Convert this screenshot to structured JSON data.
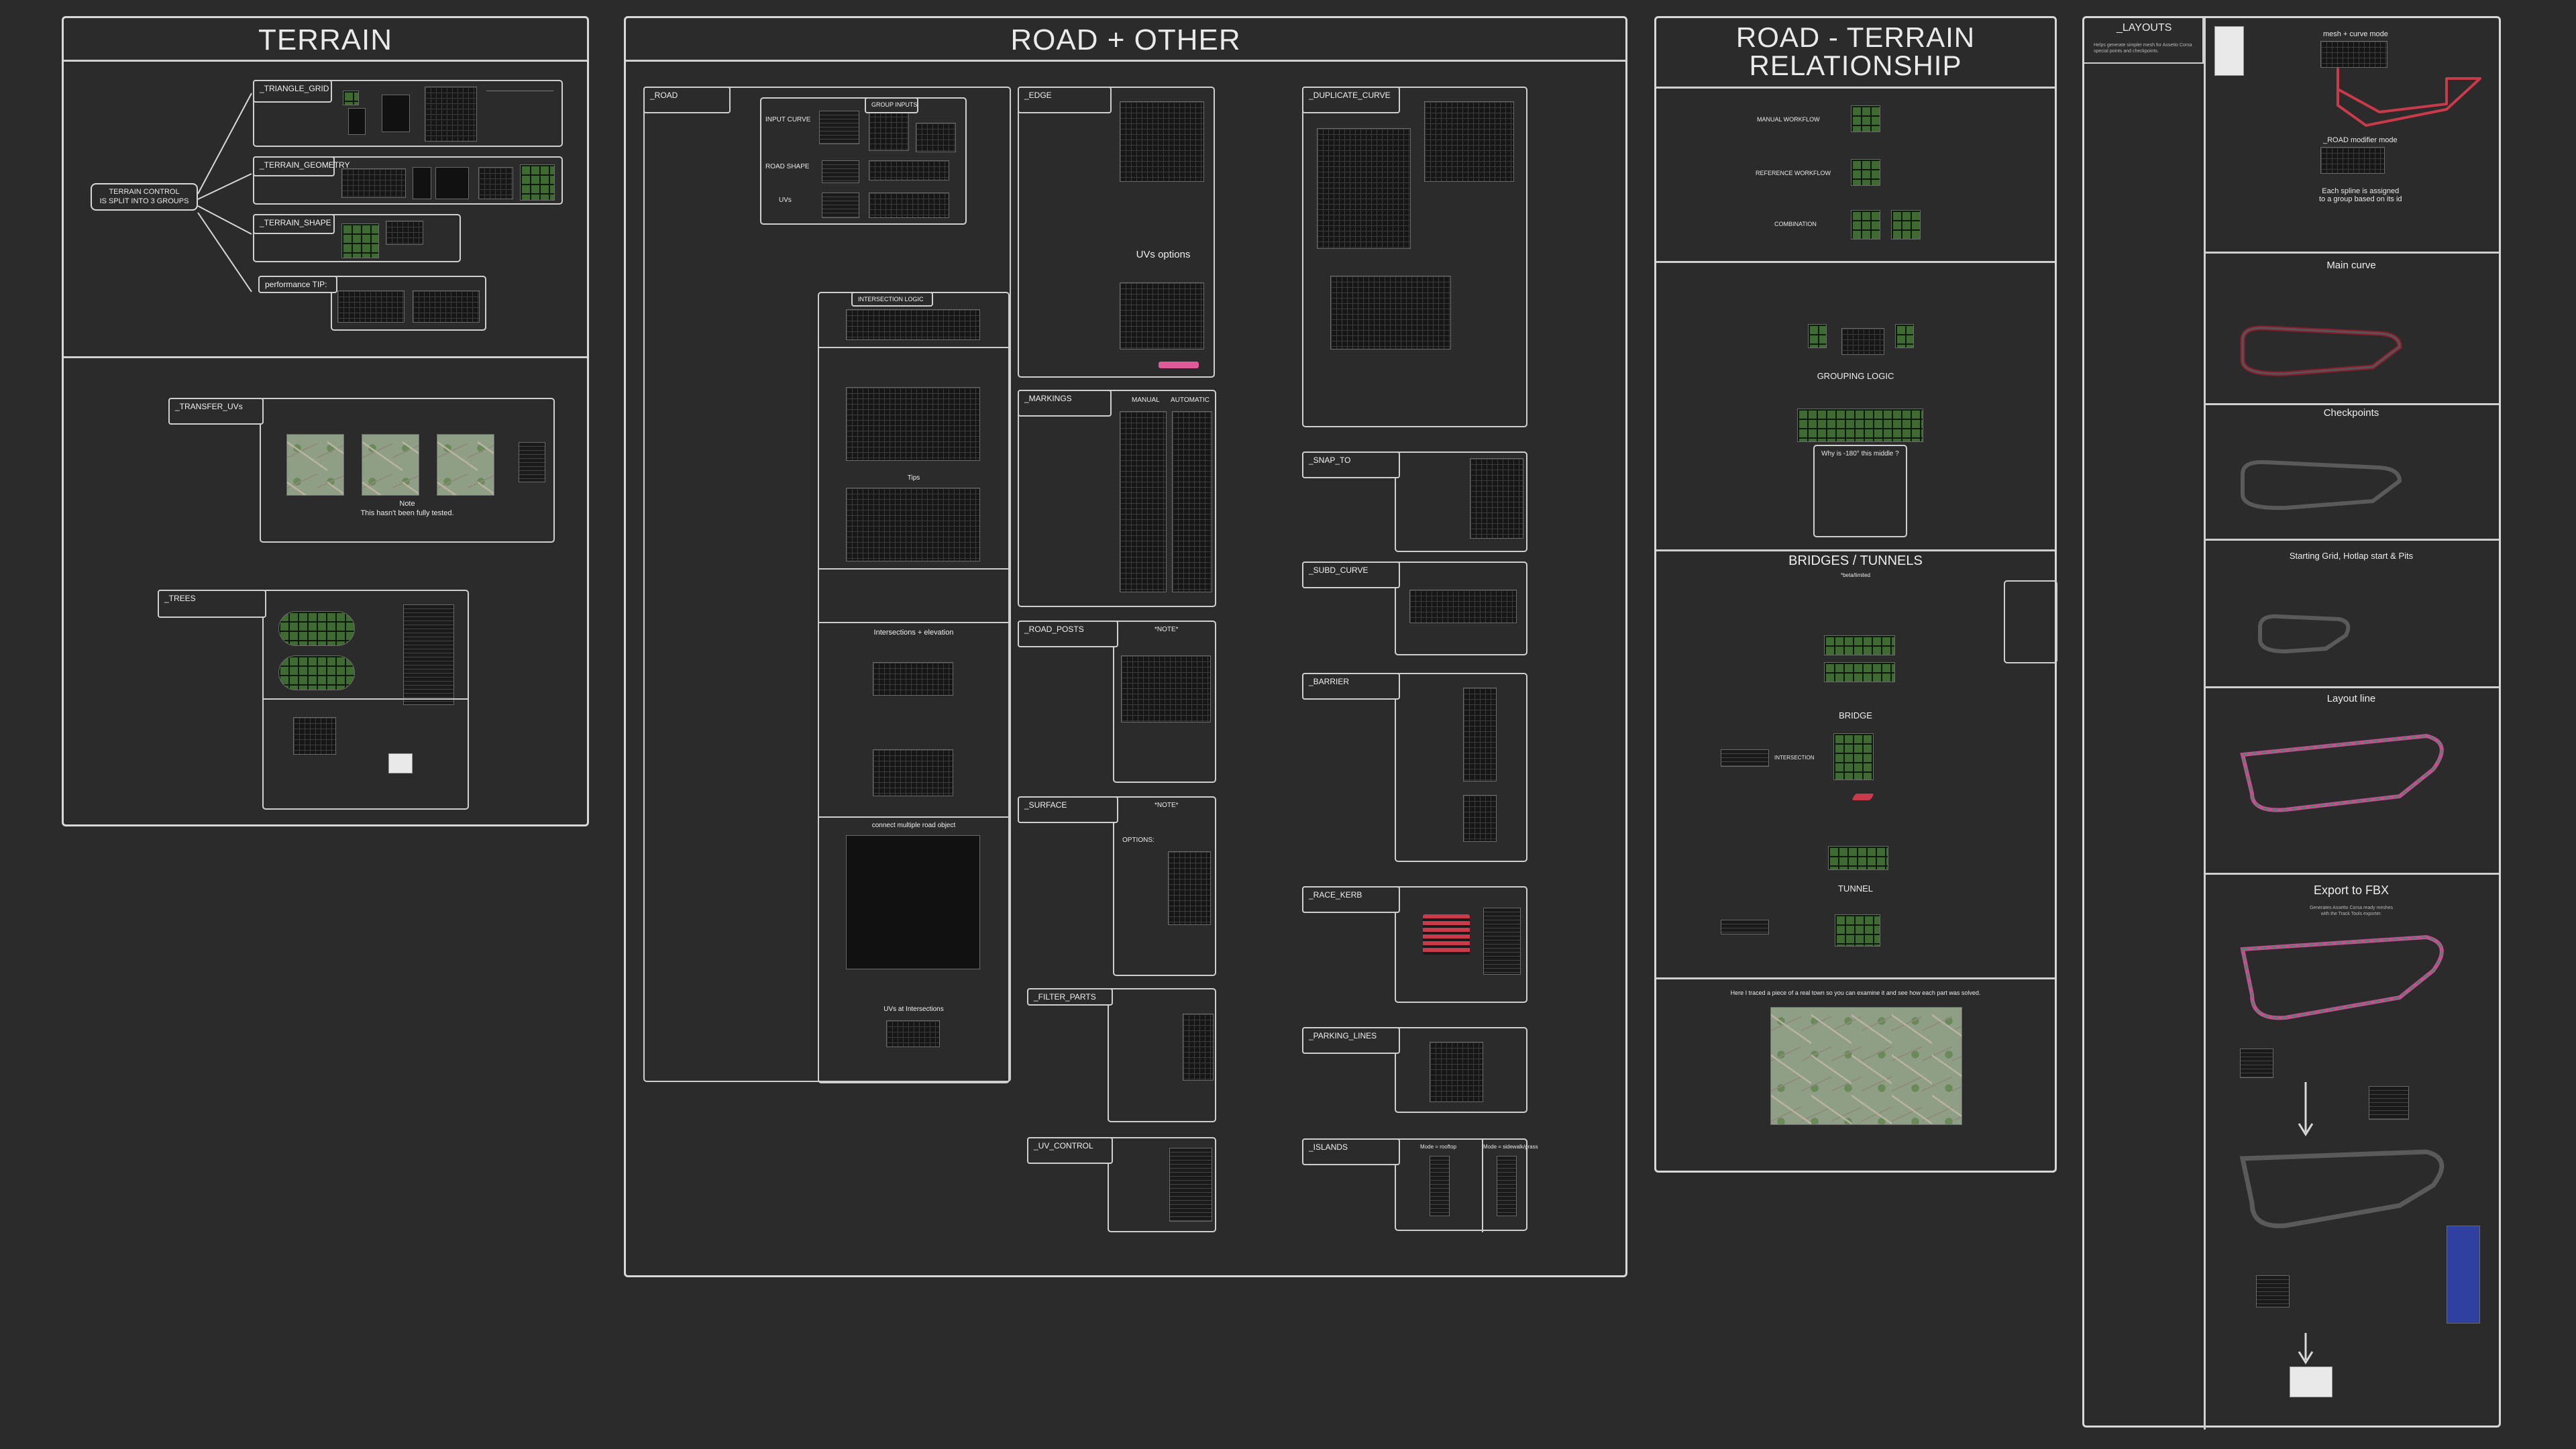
{
  "colors": {
    "background": "#2b2b2b",
    "line": "#d8d8d8",
    "green": "#3f6a32",
    "red": "#c93a4a",
    "pink": "#e05a9a"
  },
  "terrain": {
    "title": "TERRAIN",
    "root": "TERRAIN CONTROL\nIS SPLIT INTO 3 GROUPS",
    "triangle_grid": "_TRIANGLE_GRID",
    "terrain_geometry": "_TERRAIN_GEOMETRY",
    "terrain_shape": "_TERRAIN_SHAPE",
    "performance_tip": "performance TIP:",
    "transfer_uvs": "_TRANSFER_UVs",
    "note_title": "Note",
    "note_text": "This hasn't been fully tested.",
    "trees": "_TREES"
  },
  "road_other": {
    "title": "ROAD + OTHER",
    "road": "_ROAD",
    "group_inputs": "GROUP INPUTS",
    "input_curve": "INPUT CURVE",
    "road_shape": "ROAD SHAPE",
    "uvs": "UVs",
    "intersection_logic": "INTERSECTION LOGIC",
    "tips": "Tips",
    "intersections_elevation": "Intersections + elevation",
    "connect_multiple": "connect multiple road object",
    "uvs_at_intersections": "UVs at Intersections",
    "edge": "_EDGE",
    "uvs_options": "UVs options",
    "markings": "_MARKINGS",
    "manual": "MANUAL",
    "automatic": "AUTOMATIC",
    "road_posts": "_ROAD_POSTS",
    "note": "*NOTE*",
    "surface": "_SURFACE",
    "options": "OPTIONS:",
    "filter_parts": "_FILTER_PARTS",
    "uv_control": "_UV_CONTROL",
    "duplicate_curve": "_DUPLICATE_CURVE",
    "snap_to": "_SNAP_TO",
    "subd_curve": "_SUBD_CURVE",
    "barrier": "_BARRIER",
    "race_kerb": "_RACE_KERB",
    "parking_lines": "_PARKING_LINES",
    "islands": "_ISLANDS",
    "mode_rooftop": "Mode = rooftop",
    "mode_sidewalk": "Mode = sidewalk/grass"
  },
  "road_terrain": {
    "title": "ROAD - TERRAIN\nRELATIONSHIP",
    "manual_workflow": "MANUAL WORKFLOW",
    "reference_workflow": "REFERENCE WORKFLOW",
    "combination": "COMBINATION",
    "grouping_logic": "GROUPING LOGIC",
    "why_180": "Why is -180° this middle ?",
    "bridges_tunnels": "BRIDGES / TUNNELS",
    "bridges_sub": "*beta/limited",
    "bridge": "BRIDGE",
    "tunnel": "TUNNEL",
    "intersection": "INTERSECTION",
    "caption": "Here I traced a piece of a real town so you can examine it and see how each part was solved."
  },
  "layouts": {
    "title": "_LAYOUTS",
    "subtitle": "Helps generate simpler mesh for Assetto Corsa special points and checkpoints.",
    "mesh_curve_mode": "mesh + curve mode",
    "road_modifier_mode": "_ROAD modifier mode",
    "assign_note": "Each spline is assigned\nto a group based on its id",
    "main_curve": "Main curve",
    "checkpoints": "Checkpoints",
    "starting_grid": "Starting Grid, Hotlap start & Pits",
    "layout_line": "Layout line",
    "export_fbx": "Export to FBX",
    "export_sub": "Generates Assetto Corsa ready meshes\nwith the Track Tools exporter."
  }
}
